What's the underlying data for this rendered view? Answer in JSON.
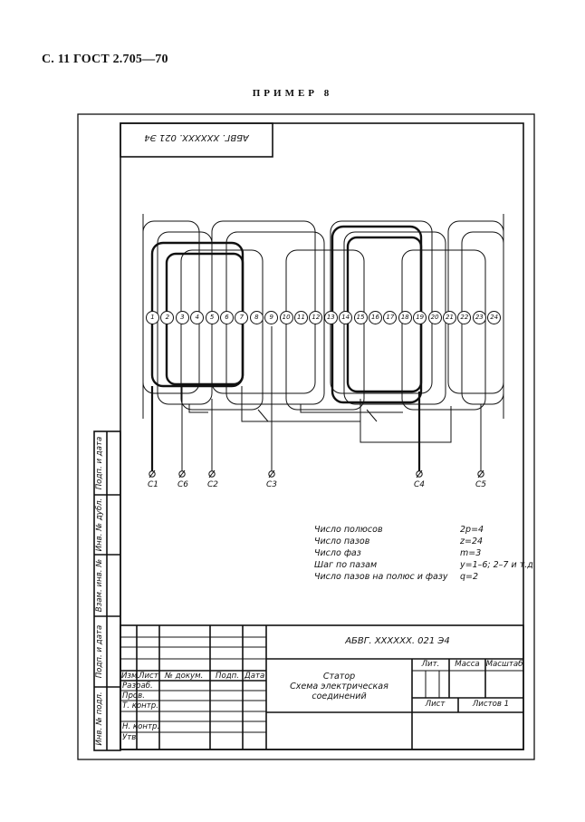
{
  "page_header": "С. 11 ГОСТ 2.705—70",
  "example_title": "ПРИМЕР 8",
  "designation_box": "АБВГ. XXXXXX. 021 Э4",
  "slots": [
    "1",
    "2",
    "3",
    "4",
    "5",
    "6",
    "7",
    "8",
    "9",
    "10",
    "11",
    "12",
    "13",
    "14",
    "15",
    "16",
    "17",
    "18",
    "19",
    "20",
    "21",
    "22",
    "23",
    "24"
  ],
  "terminals": [
    "С1",
    "С6",
    "С2",
    "С3",
    "С4",
    "С5"
  ],
  "parameters": [
    {
      "label": "Число полюсов",
      "value": "2p=4"
    },
    {
      "label": "Число пазов",
      "value": "z=24"
    },
    {
      "label": "Число фаз",
      "value": "m=3"
    },
    {
      "label": "Шаг по пазам",
      "value": "y=1–6; 2–7 и т.д."
    },
    {
      "label": "Число пазов на полюс и фазу",
      "value": "q=2"
    }
  ],
  "side_labels": [
    "Подп. и дата",
    "Инв. № дубл.",
    "Взам. инв. №",
    "Подп. и дата",
    "Инв. № подл."
  ],
  "title_block": {
    "designation": "АБВГ. XXXXXX. 021 Э4",
    "col_headers": [
      "Изм.",
      "Лист",
      "№ докум.",
      "Подп.",
      "Дата"
    ],
    "roles": [
      "Разраб.",
      "Пров.",
      "Т. контр.",
      "Н. контр.",
      "Утв."
    ],
    "name_lines": [
      "Статор",
      "Схема электрическая",
      "соединений"
    ],
    "lit": "Лит.",
    "mass": "Масса",
    "scale": "Масштаб",
    "sheet": "Лист",
    "sheets": "Листов 1"
  }
}
